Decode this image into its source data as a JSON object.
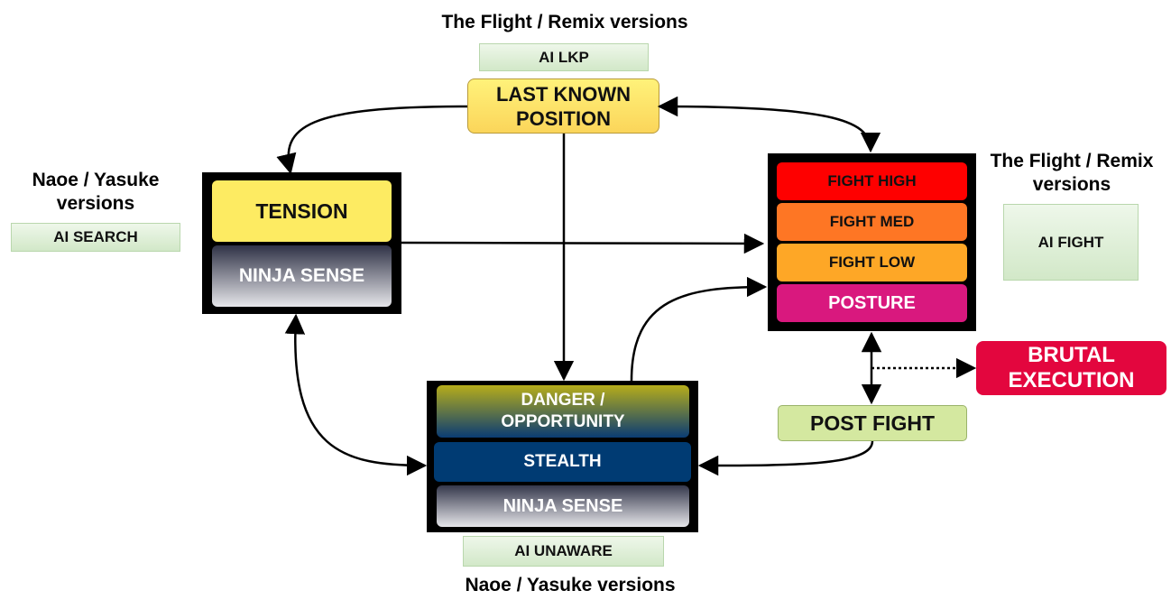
{
  "captions": {
    "top": "The Flight / Remix versions",
    "left": "Naoe / Yasuke versions",
    "right": "The Flight / Remix versions",
    "bottom": "Naoe / Yasuke versions"
  },
  "tags": {
    "ai_lkp": "AI LKP",
    "ai_search": "AI SEARCH",
    "ai_fight": "AI FIGHT",
    "ai_unaware": "AI UNAWARE"
  },
  "nodes": {
    "last_known_position": "LAST KNOWN POSITION",
    "search": {
      "tension": "TENSION",
      "ninja_sense": "NINJA SENSE"
    },
    "fight": {
      "high": "FIGHT HIGH",
      "med": "FIGHT MED",
      "low": "FIGHT LOW",
      "posture": "POSTURE"
    },
    "unaware": {
      "danger": "DANGER / OPPORTUNITY",
      "stealth": "STEALTH",
      "ninja_sense": "NINJA SENSE"
    },
    "post_fight": "POST FIGHT",
    "brutal_execution": "BRUTAL EXECUTION"
  },
  "colors": {
    "tension": "#fdeb62",
    "ninja_sense_grad": [
      "#2f3246",
      "#e6e6ea"
    ],
    "fight_high": "#fe0000",
    "fight_med": "#fe7624",
    "fight_low": "#fea726",
    "posture": "#d9187e",
    "stealth": "#003b73",
    "brutal": "#e3063e",
    "post_fight": "#d4e8a0"
  }
}
